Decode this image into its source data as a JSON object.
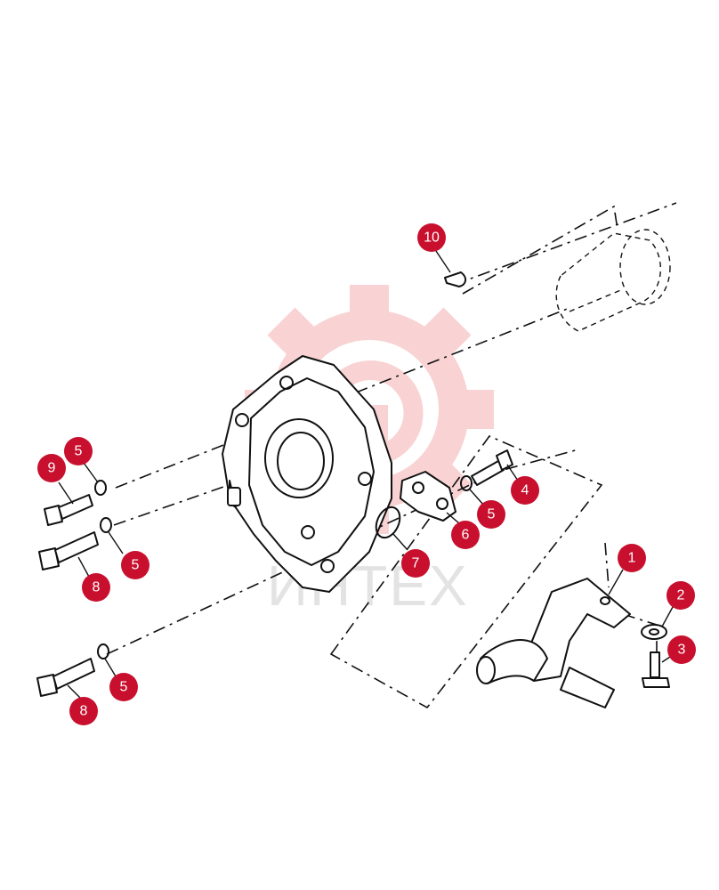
{
  "watermark": {
    "text": "ИНТЕХ",
    "gear_color": "#f2a0a0",
    "text_color": "#c0c0c0"
  },
  "callout_color": "#c8102e",
  "callouts": [
    {
      "id": "c10",
      "label": "10"
    },
    {
      "id": "c5a",
      "label": "5"
    },
    {
      "id": "c9",
      "label": "9"
    },
    {
      "id": "c5b",
      "label": "5"
    },
    {
      "id": "c8a",
      "label": "8"
    },
    {
      "id": "c4",
      "label": "4"
    },
    {
      "id": "c5c",
      "label": "5"
    },
    {
      "id": "c6",
      "label": "6"
    },
    {
      "id": "c7",
      "label": "7"
    },
    {
      "id": "c1",
      "label": "1"
    },
    {
      "id": "c2",
      "label": "2"
    },
    {
      "id": "c3",
      "label": "3"
    },
    {
      "id": "c8b",
      "label": "8"
    },
    {
      "id": "c5d",
      "label": "5"
    }
  ]
}
